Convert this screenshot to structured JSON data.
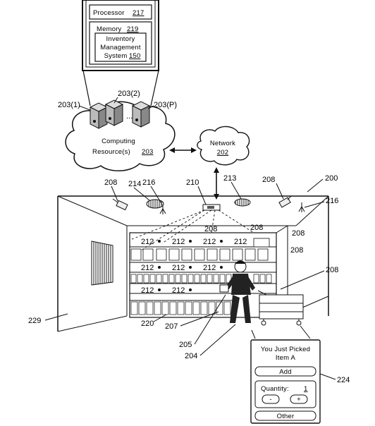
{
  "server_box": {
    "processor": "Processor",
    "processor_ref": "217",
    "memory": "Memory",
    "memory_ref": "219",
    "ims_line1": "Inventory",
    "ims_line2": "Management",
    "ims_line3": "System",
    "ims_ref": "150"
  },
  "computing": {
    "server_labels": [
      "203(1)",
      "203(2)",
      "203(P)"
    ],
    "dots": "...",
    "line1": "Computing",
    "line2": "Resource(s)",
    "ref": "203"
  },
  "network": {
    "line1": "Network",
    "ref": "202"
  },
  "refs": {
    "r200": "200",
    "r204": "204",
    "r205": "205",
    "r207": "207",
    "r208": "208",
    "r210": "210",
    "r212": "212",
    "r213": "213",
    "r214": "214",
    "r216": "216",
    "r220": "220",
    "r224": "224",
    "r229": "229"
  },
  "device": {
    "title1": "You Just Picked",
    "title2": "Item A",
    "add": "Add",
    "quantity_label": "Quantity:",
    "quantity_value": "1",
    "minus": "-",
    "plus": "+",
    "other": "Other"
  }
}
